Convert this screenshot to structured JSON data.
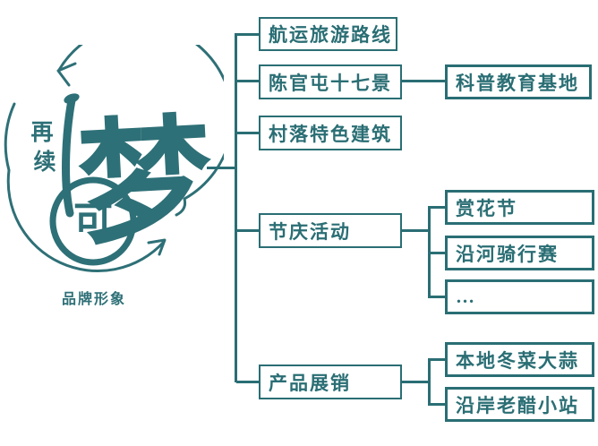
{
  "colors": {
    "accent": "#2a6e74",
    "logo": "#2e7077",
    "background": "#ffffff"
  },
  "logo": {
    "char_zai": "再",
    "char_xu": "续",
    "main_char": "梦",
    "ring_char": "可",
    "caption": "品牌形象"
  },
  "tree": {
    "branches": [
      {
        "label": "航运旅游路线",
        "children": []
      },
      {
        "label": "陈官屯十七景",
        "children": [
          {
            "label": "科普教育基地"
          }
        ]
      },
      {
        "label": "村落特色建筑",
        "children": []
      },
      {
        "label": "节庆活动",
        "children": [
          {
            "label": "赏花节"
          },
          {
            "label": "沿河骑行赛"
          },
          {
            "label": "…"
          }
        ]
      },
      {
        "label": "产品展销",
        "children": [
          {
            "label": "本地冬菜大蒜"
          },
          {
            "label": "沿岸老醋小站"
          }
        ]
      }
    ]
  }
}
